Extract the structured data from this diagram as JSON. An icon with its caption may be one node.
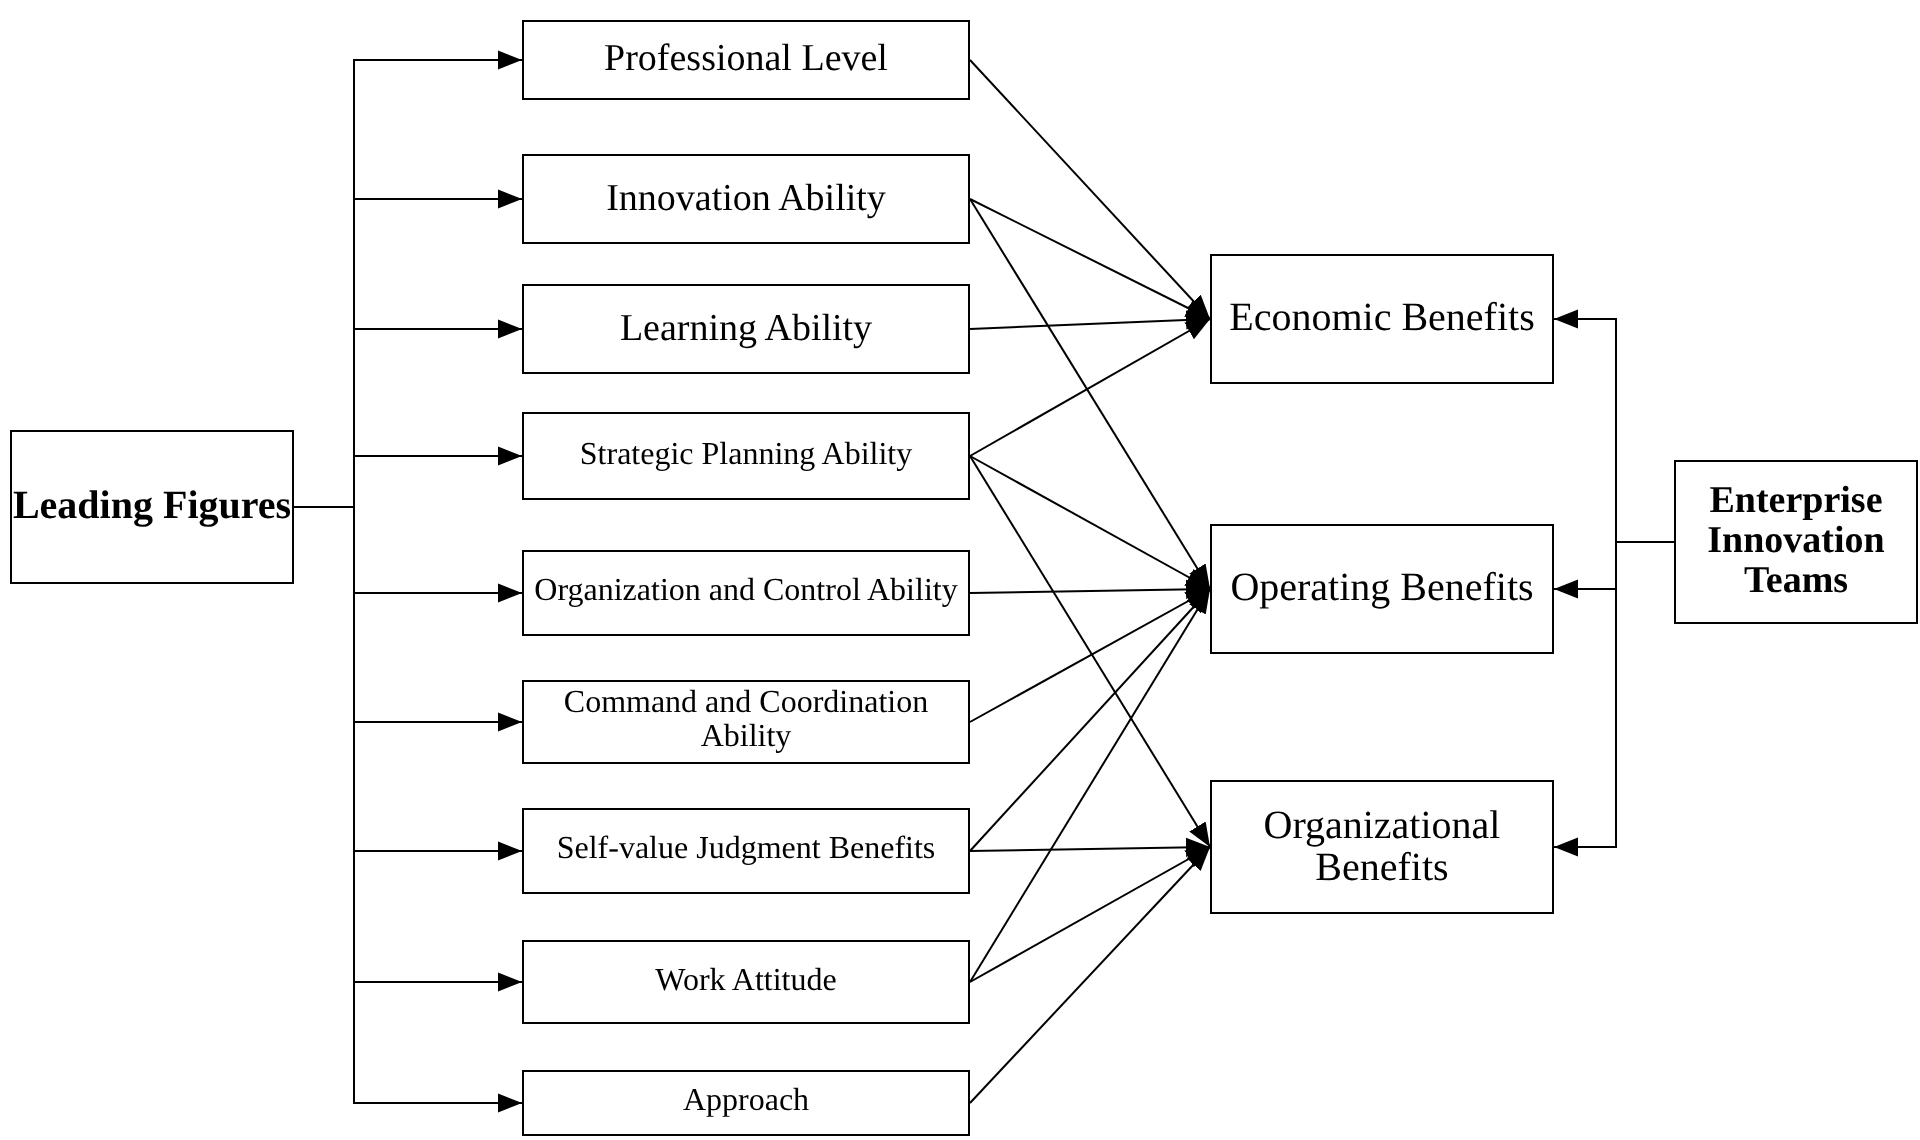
{
  "diagram": {
    "nodes": [
      {
        "text": [
          "Leading Figures"
        ]
      },
      {
        "text": [
          "Professional Level"
        ]
      },
      {
        "text": [
          "Innovation Ability"
        ]
      },
      {
        "text": [
          "Learning Ability"
        ]
      },
      {
        "text": [
          "Strategic Planning Ability"
        ]
      },
      {
        "text": [
          "Organization and Control Ability"
        ]
      },
      {
        "text": [
          "Command and Coordination Ability"
        ]
      },
      {
        "text": [
          "Self-value Judgment Benefits"
        ]
      },
      {
        "text": [
          "Work Attitude"
        ]
      },
      {
        "text": [
          "Approach"
        ]
      },
      {
        "text": [
          "Economic Benefits"
        ]
      },
      {
        "text": [
          "Operating Benefits"
        ]
      },
      {
        "text": [
          "Organizational Benefits"
        ]
      },
      {
        "text": [
          "Enterprise Innovation Teams"
        ]
      }
    ],
    "edges": [
      {
        "from": 0,
        "to": 1,
        "arrow": "to"
      },
      {
        "from": 0,
        "to": 2,
        "arrow": "to"
      },
      {
        "from": 0,
        "to": 3,
        "arrow": "to"
      },
      {
        "from": 0,
        "to": 4,
        "arrow": "to"
      },
      {
        "from": 0,
        "to": 5,
        "arrow": "to"
      },
      {
        "from": 0,
        "to": 6,
        "arrow": "to"
      },
      {
        "from": 0,
        "to": 7,
        "arrow": "to"
      },
      {
        "from": 0,
        "to": 8,
        "arrow": "to"
      },
      {
        "from": 0,
        "to": 9,
        "arrow": "to"
      },
      {
        "from": 1,
        "to": 10,
        "arrow": "to"
      },
      {
        "from": 2,
        "to": 10,
        "arrow": "to"
      },
      {
        "from": 2,
        "to": 11,
        "arrow": "to"
      },
      {
        "from": 3,
        "to": 10,
        "arrow": "to"
      },
      {
        "from": 4,
        "to": 10,
        "arrow": "to"
      },
      {
        "from": 4,
        "to": 11,
        "arrow": "to"
      },
      {
        "from": 4,
        "to": 12,
        "arrow": "to"
      },
      {
        "from": 5,
        "to": 11,
        "arrow": "to"
      },
      {
        "from": 6,
        "to": 11,
        "arrow": "to"
      },
      {
        "from": 7,
        "to": 11,
        "arrow": "to"
      },
      {
        "from": 7,
        "to": 12,
        "arrow": "to"
      },
      {
        "from": 8,
        "to": 11,
        "arrow": "to"
      },
      {
        "from": 8,
        "to": 12,
        "arrow": "to"
      },
      {
        "from": 9,
        "to": 12,
        "arrow": "to"
      },
      {
        "from": 13,
        "to": 10,
        "arrow": "to"
      },
      {
        "from": 13,
        "to": 11,
        "arrow": "to"
      },
      {
        "from": 13,
        "to": 12,
        "arrow": "to"
      }
    ]
  }
}
